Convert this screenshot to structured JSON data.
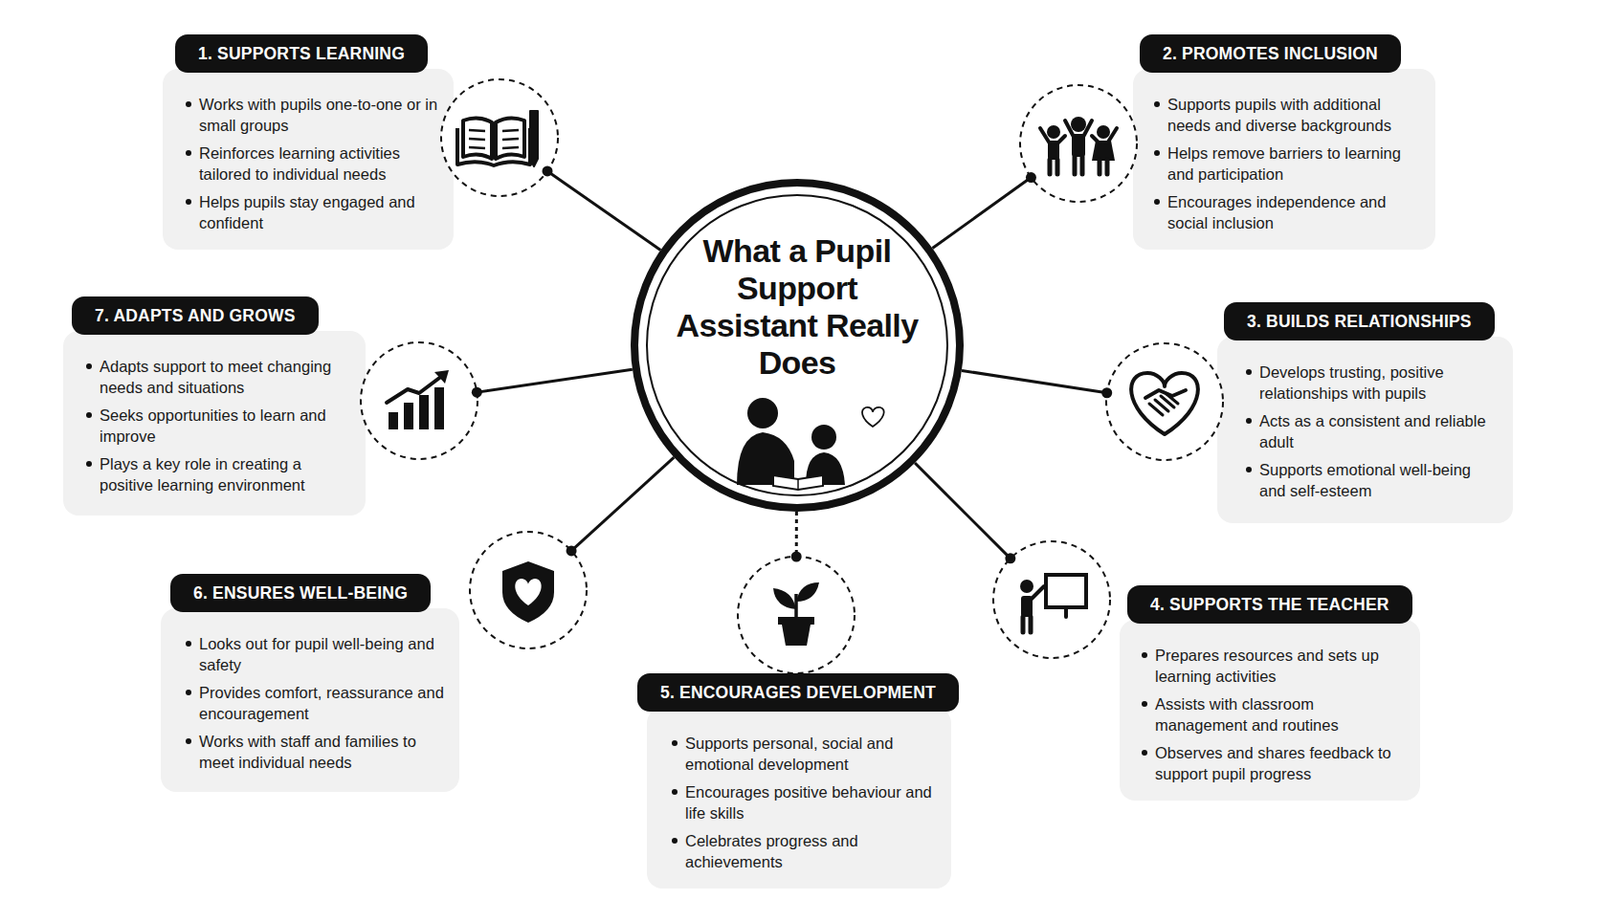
{
  "diagram": {
    "nodes": [
      {
        "text": [
          "What a Pupil Support Assistant Really Does"
        ]
      },
      {
        "text": [
          "1. SUPPORTS LEARNING",
          "Works with pupils one-to-one or in small groups",
          "Reinforces learning activities tailored to individual needs",
          "Helps pupils stay engaged and confident"
        ]
      },
      {
        "text": [
          "2. PROMOTES INCLUSION",
          "Supports pupils with additional needs and diverse backgrounds",
          "Helps remove barriers to learning and participation",
          "Encourages independence and social inclusion"
        ]
      },
      {
        "text": [
          "3. BUILDS RELATIONSHIPS",
          "Develops trusting, positive relationships with pupils",
          "Acts as a consistent and reliable adult",
          "Supports emotional well-being and self-esteem"
        ]
      },
      {
        "text": [
          "4. SUPPORTS THE TEACHER",
          "Prepares resources and sets up learning activities",
          "Assists with classroom management and routines",
          "Observes and shares feedback to support pupil progress"
        ]
      },
      {
        "text": [
          "5. ENCOURAGES DEVELOPMENT",
          "Supports personal, social and emotional development",
          "Encourages positive behaviour and life skills",
          "Celebrates progress and achievements"
        ]
      },
      {
        "text": [
          "6. ENSURES WELL-BEING",
          "Looks out for pupil well-being and safety",
          "Provides comfort, reassurance and encouragement",
          "Works with staff and families to meet individual needs"
        ]
      },
      {
        "text": [
          "7. ADAPTS AND GROWS",
          "Adapts support to meet changing needs and situations",
          "Seeks opportunities to learn and improve",
          "Plays a key role in creating a positive learning environment"
        ]
      }
    ],
    "edges": [
      {
        "from": 0,
        "to": 1,
        "arrow": "none"
      },
      {
        "from": 0,
        "to": 2,
        "arrow": "none"
      },
      {
        "from": 0,
        "to": 3,
        "arrow": "none"
      },
      {
        "from": 0,
        "to": 4,
        "arrow": "none"
      },
      {
        "from": 0,
        "to": 5,
        "arrow": "none"
      },
      {
        "from": 0,
        "to": 6,
        "arrow": "none"
      },
      {
        "from": 0,
        "to": 7,
        "arrow": "none"
      }
    ]
  }
}
